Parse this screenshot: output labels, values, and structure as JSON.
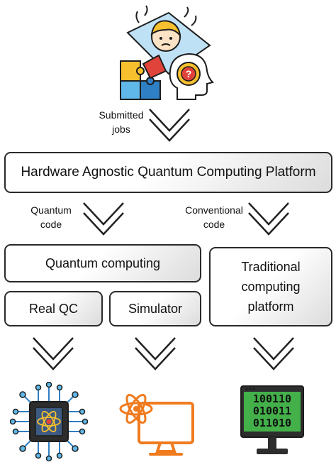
{
  "flow": {
    "submitted_label_line1": "Submitted",
    "submitted_label_line2": "jobs",
    "platform_title": "Hardware Agnostic Quantum Computing Platform",
    "quantum_code_line1": "Quantum",
    "quantum_code_line2": "code",
    "conventional_code_line1": "Conventional",
    "conventional_code_line2": "code",
    "quantum_computing": "Quantum computing",
    "traditional_line1": "Traditional",
    "traditional_line2": "computing",
    "traditional_line3": "platform",
    "real_qc": "Real QC",
    "simulator": "Simulator"
  },
  "terminal": {
    "row1": "100110",
    "row2": "010011",
    "row3": "011010"
  },
  "icons": {
    "top": "user-puzzle-thinking-icon",
    "chip": "quantum-chip-icon",
    "simulator": "atom-monitor-icon",
    "terminal": "binary-monitor-icon"
  },
  "colors": {
    "border": "#2a2a2a",
    "orange": "#f07b1f",
    "blue": "#2f7fc4",
    "green": "#43b04a",
    "dark": "#1d1d1d"
  }
}
